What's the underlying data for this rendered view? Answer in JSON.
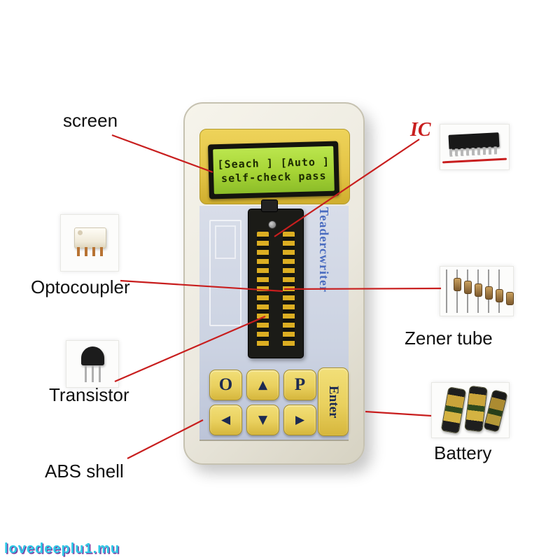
{
  "watermark": {
    "text": "lovedeeplu1.mu"
  },
  "callouts": {
    "screen": {
      "label": "screen"
    },
    "ic": {
      "label": "IC"
    },
    "optocoupler": {
      "label": "Optocoupler"
    },
    "transistor": {
      "label": "Transistor"
    },
    "abs_shell": {
      "label": "ABS shell"
    },
    "zener_tube": {
      "label": "Zener tube"
    },
    "battery": {
      "label": "Battery"
    }
  },
  "device": {
    "lcd": {
      "line1": "[Seach ] [Auto ]",
      "line2": "self-check pass"
    },
    "side_text": "Teadercwriter",
    "buttons": {
      "o": "O",
      "up": "▲",
      "p": "P",
      "left": "◀",
      "down": "▼",
      "right": "▶",
      "enter": "Enter"
    }
  },
  "colors": {
    "accent_red": "#c81e1e",
    "lcd_green": "#a6d435",
    "lcd_text": "#1c2a00",
    "panel_yellow": "#e3c344",
    "panel_blue": "#ccd3e2",
    "button_yellow": "#e9d05e",
    "shell_cream": "#ece9df",
    "side_text_blue": "#4a6cc0",
    "watermark_cyan": "#2ec8e6"
  }
}
